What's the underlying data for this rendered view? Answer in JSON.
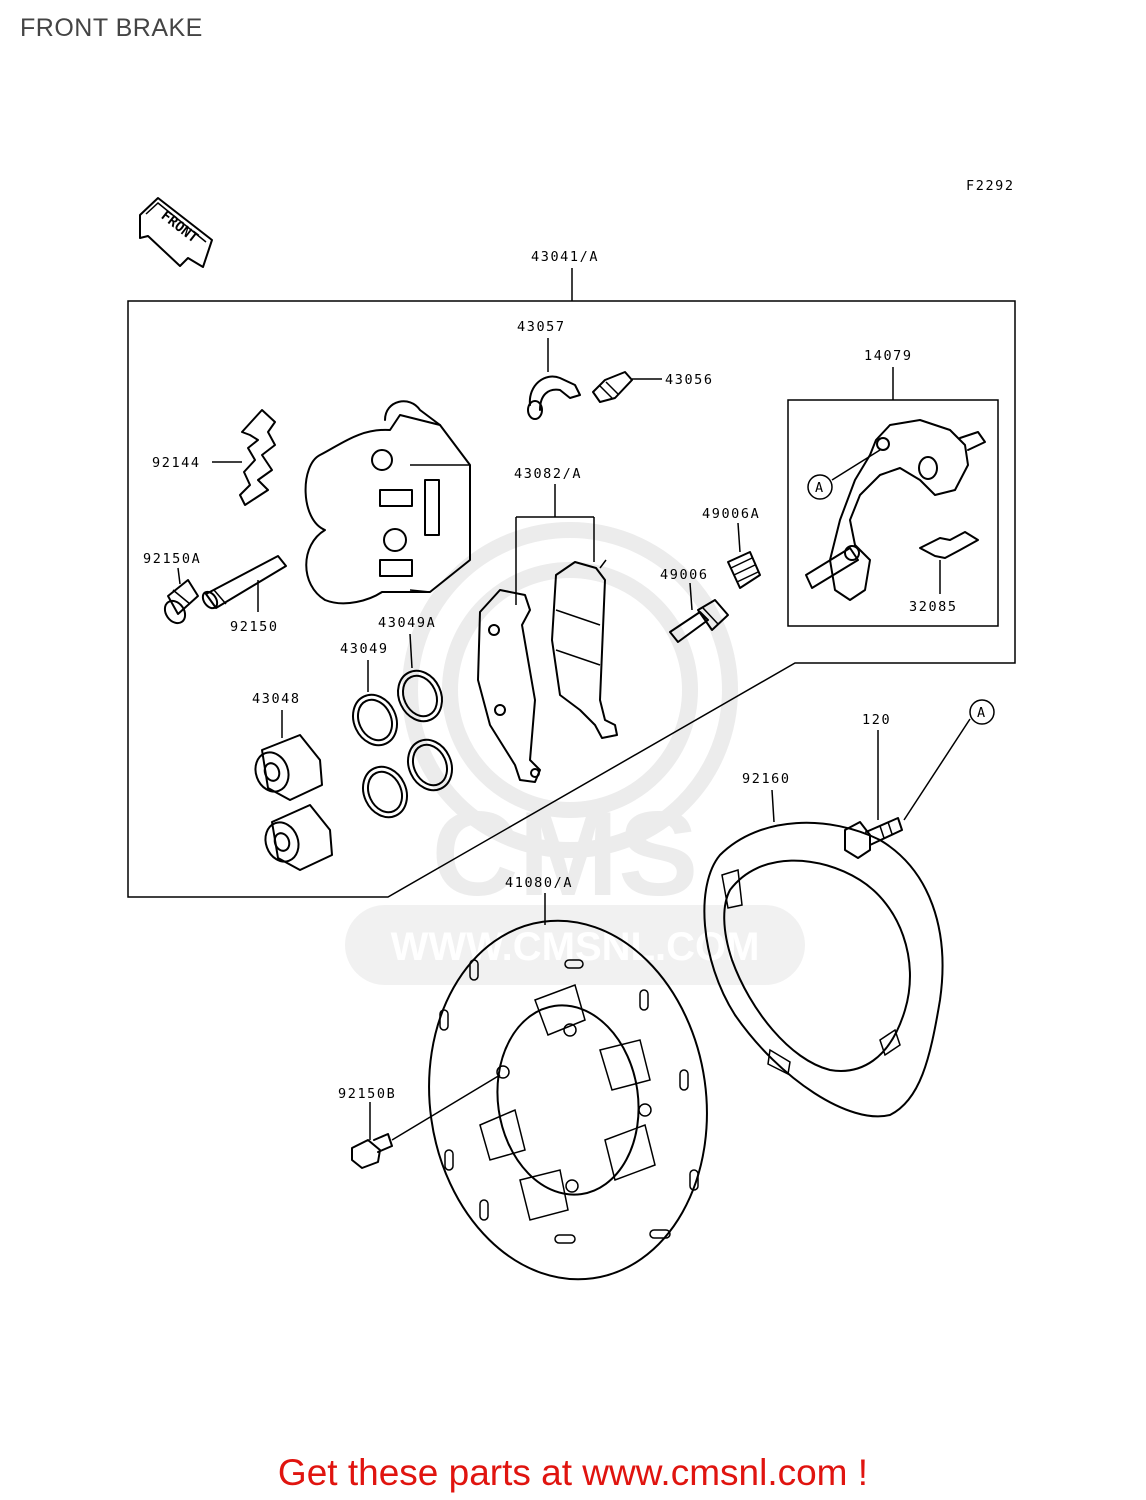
{
  "page": {
    "title": "FRONT BRAKE",
    "footer": "Get these parts at www.cmsnl.com !"
  },
  "diagram": {
    "code": "F2292",
    "direction_label": "FRONT",
    "watermark": {
      "logo": "CMS",
      "url": "WWW.CMSNL.COM"
    },
    "callouts": [
      {
        "id": "assembly",
        "part_number": "43041/A"
      },
      {
        "id": "fitting",
        "part_number": "43057"
      },
      {
        "id": "bleeder",
        "part_number": "43056"
      },
      {
        "id": "holder",
        "part_number": "14079"
      },
      {
        "id": "spring",
        "part_number": "92144"
      },
      {
        "id": "pad",
        "part_number": "43082/A"
      },
      {
        "id": "boot-a",
        "part_number": "49006A"
      },
      {
        "id": "boot",
        "part_number": "49006"
      },
      {
        "id": "plug",
        "part_number": "92150A"
      },
      {
        "id": "pin",
        "part_number": "92150"
      },
      {
        "id": "clip",
        "part_number": "32085"
      },
      {
        "id": "seal-a",
        "part_number": "43049A"
      },
      {
        "id": "seal",
        "part_number": "43049"
      },
      {
        "id": "piston",
        "part_number": "43048"
      },
      {
        "id": "bolt",
        "part_number": "120"
      },
      {
        "id": "ref-a-1",
        "part_number": "A"
      },
      {
        "id": "ref-a-2",
        "part_number": "A"
      },
      {
        "id": "cover",
        "part_number": "92160"
      },
      {
        "id": "disc",
        "part_number": "41080/A"
      },
      {
        "id": "disc-bolt",
        "part_number": "92150B"
      }
    ]
  }
}
